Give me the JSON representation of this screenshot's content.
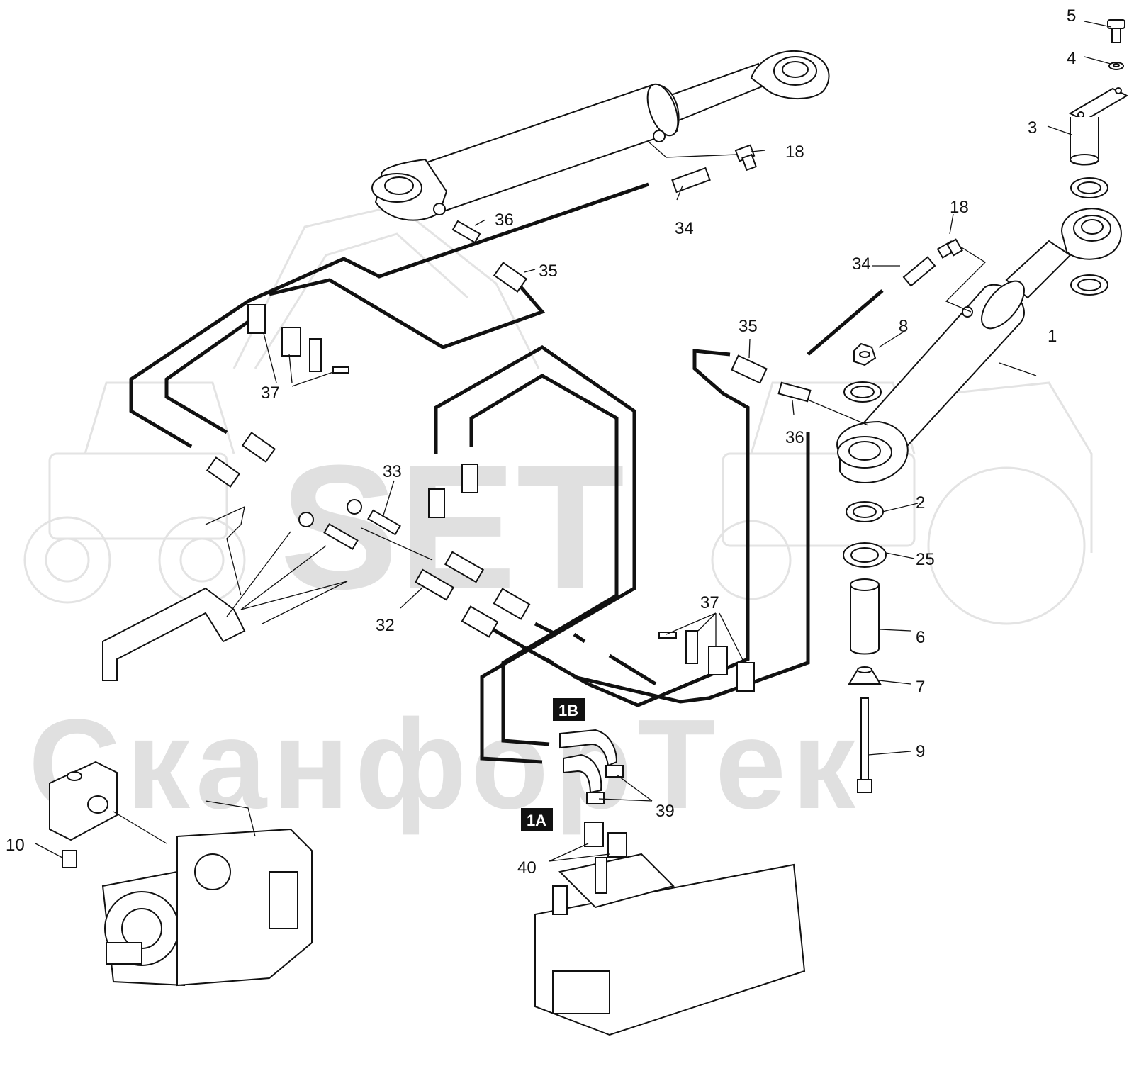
{
  "watermark": {
    "logo_text": "SET",
    "brand_text": "СканфорТек",
    "color": "#e0e0e0"
  },
  "callouts": [
    {
      "id": "c1",
      "text": "1"
    },
    {
      "id": "c2",
      "text": "2"
    },
    {
      "id": "c3",
      "text": "3"
    },
    {
      "id": "c4",
      "text": "4"
    },
    {
      "id": "c5",
      "text": "5"
    },
    {
      "id": "c6",
      "text": "6"
    },
    {
      "id": "c7",
      "text": "7"
    },
    {
      "id": "c8",
      "text": "8"
    },
    {
      "id": "c9",
      "text": "9"
    },
    {
      "id": "c10",
      "text": "10"
    },
    {
      "id": "c18a",
      "text": "18"
    },
    {
      "id": "c18b",
      "text": "18"
    },
    {
      "id": "c25",
      "text": "25"
    },
    {
      "id": "c32",
      "text": "32"
    },
    {
      "id": "c33",
      "text": "33"
    },
    {
      "id": "c34a",
      "text": "34"
    },
    {
      "id": "c34b",
      "text": "34"
    },
    {
      "id": "c35a",
      "text": "35"
    },
    {
      "id": "c35b",
      "text": "35"
    },
    {
      "id": "c36a",
      "text": "36"
    },
    {
      "id": "c36b",
      "text": "36"
    },
    {
      "id": "c37a",
      "text": "37"
    },
    {
      "id": "c37b",
      "text": "37"
    },
    {
      "id": "c39",
      "text": "39"
    },
    {
      "id": "c40",
      "text": "40"
    }
  ],
  "port_tags": [
    {
      "id": "t1b",
      "text": "1B"
    },
    {
      "id": "t1a",
      "text": "1A"
    }
  ],
  "colors": {
    "line": "#111111",
    "tag_background": "#111111",
    "tag_text": "#ffffff",
    "background": "#ffffff"
  }
}
